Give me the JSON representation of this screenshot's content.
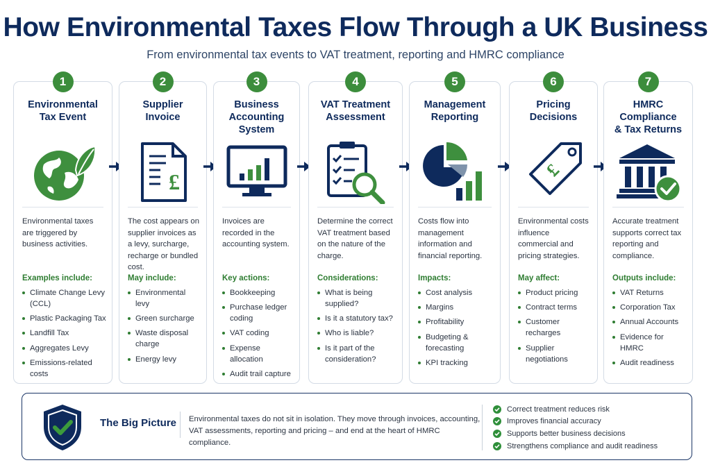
{
  "header": {
    "title": "How Environmental Taxes Flow Through a UK Business",
    "subtitle": "From environmental tax events to VAT treatment, reporting and HMRC compliance"
  },
  "colors": {
    "navy": "#0e2a5c",
    "green": "#3c8d3c",
    "border": "#d3dbe5"
  },
  "steps": [
    {
      "number": "1",
      "title_lines": [
        "Environmental",
        "Tax Event"
      ],
      "icon": "globe-leaf-icon",
      "description": "Environmental taxes are triggered by business activities.",
      "list_heading": "Examples include:",
      "items": [
        "Climate Change Levy (CCL)",
        "Plastic Packaging Tax",
        "Landfill Tax",
        "Aggregates Levy",
        "Emissions-related costs"
      ]
    },
    {
      "number": "2",
      "title_lines": [
        "Supplier",
        "Invoice"
      ],
      "icon": "invoice-pound-icon",
      "description": "The cost appears on supplier invoices as a levy, surcharge, recharge or bundled cost.",
      "list_heading": "May include:",
      "items": [
        "Environmental levy",
        "Green surcharge",
        "Waste disposal charge",
        "Energy levy"
      ]
    },
    {
      "number": "3",
      "title_lines": [
        "Business",
        "Accounting",
        "System"
      ],
      "icon": "monitor-chart-icon",
      "description": "Invoices are recorded in the accounting system.",
      "list_heading": "Key actions:",
      "items": [
        "Bookkeeping",
        "Purchase ledger coding",
        "VAT coding",
        "Expense allocation",
        "Audit trail capture"
      ]
    },
    {
      "number": "4",
      "title_lines": [
        "VAT Treatment",
        "Assessment"
      ],
      "icon": "checklist-magnifier-icon",
      "description": "Determine the correct VAT treatment based on the nature of the charge.",
      "list_heading": "Considerations:",
      "items": [
        "What is being supplied?",
        "Is it a statutory tax?",
        "Who is liable?",
        "Is it part of the consideration?"
      ]
    },
    {
      "number": "5",
      "title_lines": [
        "Management",
        "Reporting"
      ],
      "icon": "pie-bar-chart-icon",
      "description": "Costs flow into management information and financial reporting.",
      "list_heading": "Impacts:",
      "items": [
        "Cost analysis",
        "Margins",
        "Profitability",
        "Budgeting & forecasting",
        "KPI tracking"
      ]
    },
    {
      "number": "6",
      "title_lines": [
        "Pricing",
        "Decisions"
      ],
      "icon": "price-tag-pound-icon",
      "description": "Environmental costs influence commercial and pricing strategies.",
      "list_heading": "May affect:",
      "items": [
        "Product pricing",
        "Contract terms",
        "Customer recharges",
        "Supplier negotiations"
      ]
    },
    {
      "number": "7",
      "title_lines": [
        "HMRC Compliance",
        "& Tax Returns"
      ],
      "icon": "bank-check-icon",
      "description": "Accurate treatment supports correct tax reporting and compliance.",
      "list_heading": "Outputs include:",
      "items": [
        "VAT Returns",
        "Corporation Tax",
        "Annual Accounts",
        "Evidence for HMRC",
        "Audit readiness"
      ]
    }
  ],
  "big_picture": {
    "icon": "shield-check-icon",
    "title": "The Big Picture",
    "text": "Environmental taxes do not sit in isolation. They move through invoices, accounting, VAT assessments, reporting and pricing – and end at the heart of HMRC compliance.",
    "checks": [
      "Correct treatment reduces risk",
      "Improves financial accuracy",
      "Supports better business decisions",
      "Strengthens compliance and audit readiness"
    ]
  }
}
